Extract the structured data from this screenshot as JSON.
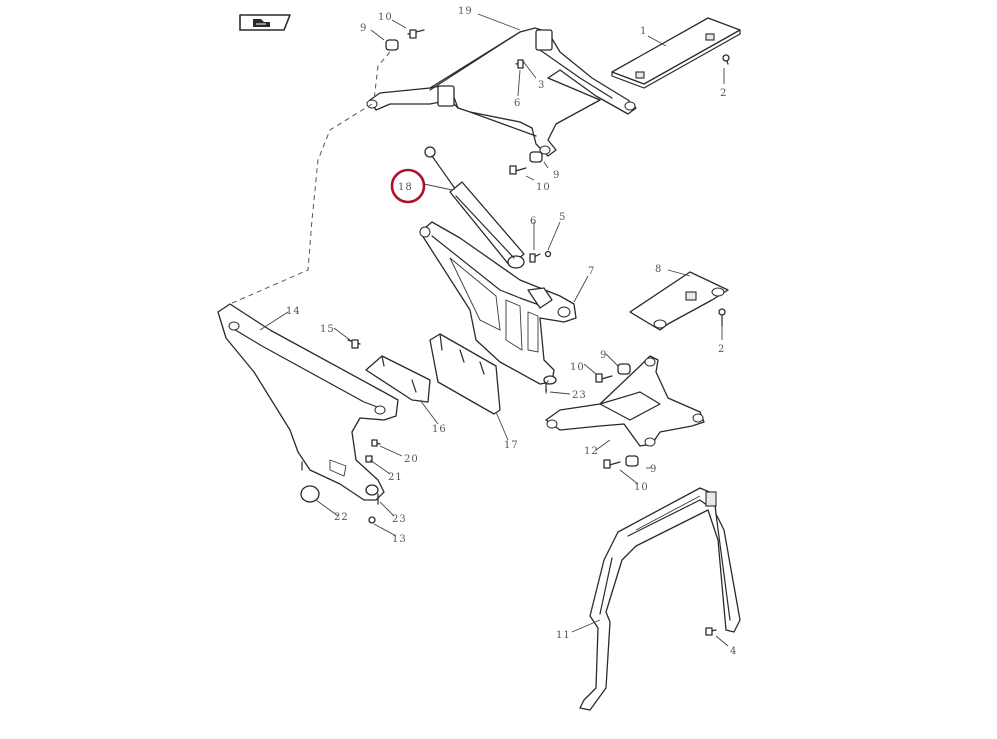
{
  "icon": {
    "name": "book-arrow-icon"
  },
  "highlight": {
    "color": "#b0102a",
    "part": "18"
  },
  "callouts": [
    {
      "id": "c1",
      "text": "1"
    },
    {
      "id": "c2a",
      "text": "2"
    },
    {
      "id": "c2b",
      "text": "2"
    },
    {
      "id": "c3",
      "text": "3"
    },
    {
      "id": "c4",
      "text": "4"
    },
    {
      "id": "c5",
      "text": "5"
    },
    {
      "id": "c6a",
      "text": "6"
    },
    {
      "id": "c6b",
      "text": "6"
    },
    {
      "id": "c7",
      "text": "7"
    },
    {
      "id": "c8",
      "text": "8"
    },
    {
      "id": "c9a",
      "text": "9"
    },
    {
      "id": "c9b",
      "text": "9"
    },
    {
      "id": "c9c",
      "text": "9"
    },
    {
      "id": "c9d",
      "text": "9"
    },
    {
      "id": "c10a",
      "text": "10"
    },
    {
      "id": "c10b",
      "text": "10"
    },
    {
      "id": "c10c",
      "text": "10"
    },
    {
      "id": "c10d",
      "text": "10"
    },
    {
      "id": "c11",
      "text": "11"
    },
    {
      "id": "c12",
      "text": "12"
    },
    {
      "id": "c13",
      "text": "13"
    },
    {
      "id": "c14",
      "text": "14"
    },
    {
      "id": "c15",
      "text": "15"
    },
    {
      "id": "c16",
      "text": "16"
    },
    {
      "id": "c17",
      "text": "17"
    },
    {
      "id": "c18",
      "text": "18"
    },
    {
      "id": "c19",
      "text": "19"
    },
    {
      "id": "c20",
      "text": "20"
    },
    {
      "id": "c21",
      "text": "21"
    },
    {
      "id": "c22",
      "text": "22"
    },
    {
      "id": "c23a",
      "text": "23"
    },
    {
      "id": "c23b",
      "text": "23"
    }
  ]
}
